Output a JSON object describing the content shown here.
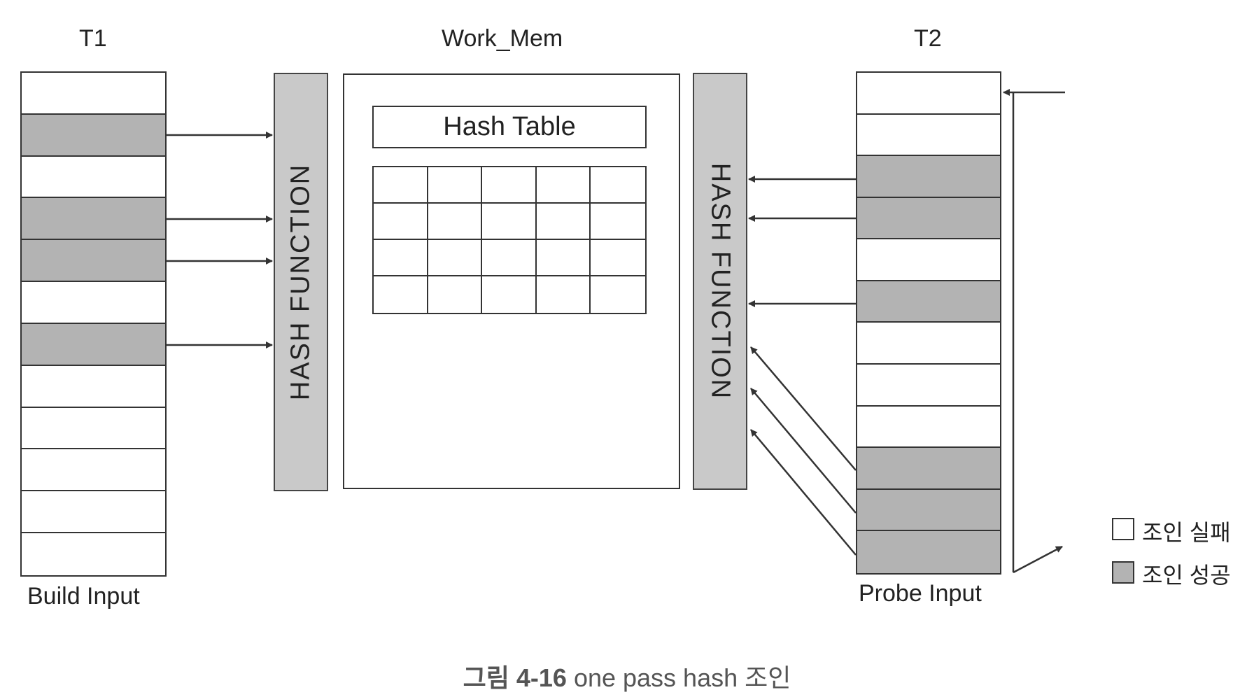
{
  "t1": {
    "title": "T1",
    "footer": "Build Input",
    "rows": [
      false,
      true,
      false,
      true,
      true,
      false,
      true,
      false,
      false,
      false,
      false,
      false
    ]
  },
  "work_mem": {
    "title": "Work_Mem",
    "hash_table_label": "Hash Table",
    "grid_rows": 4,
    "grid_cols": 5
  },
  "hash_function_label": "HASH FUNCTION",
  "t2": {
    "title": "T2",
    "footer": "Probe Input",
    "rows": [
      false,
      false,
      true,
      true,
      false,
      true,
      false,
      false,
      false,
      true,
      true,
      true
    ]
  },
  "legend": {
    "fail": {
      "label": "조인 실패",
      "color": "#ffffff"
    },
    "success": {
      "label": "조인 성공",
      "color": "#b3b3b3"
    }
  },
  "caption": {
    "prefix": "그림 4-16",
    "text": " one pass hash 조인"
  }
}
